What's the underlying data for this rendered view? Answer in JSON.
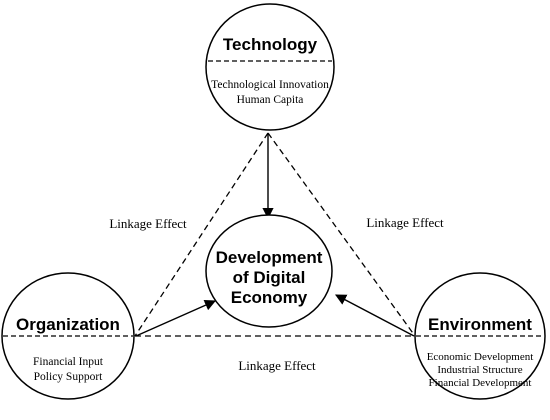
{
  "nodes": {
    "technology": {
      "title": "Technology",
      "items": [
        "Technological Innovation",
        "Human Capita"
      ]
    },
    "organization": {
      "title": "Organization",
      "items": [
        "Financial Input",
        "Policy Support"
      ]
    },
    "environment": {
      "title": "Environment",
      "items": [
        "Economic Development",
        "Industrial Structure",
        "Financial Development"
      ]
    },
    "center": {
      "lines": [
        "Development",
        "of Digital",
        "Economy"
      ]
    }
  },
  "edge_labels": {
    "left": "Linkage Effect",
    "right": "Linkage Effect",
    "bottom": "Linkage Effect"
  }
}
